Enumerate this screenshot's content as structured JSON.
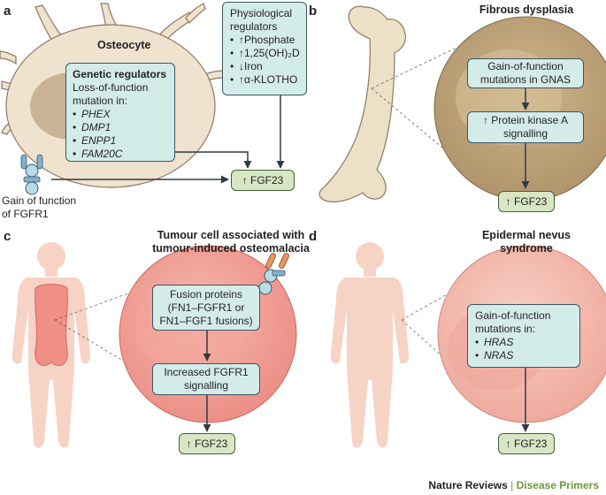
{
  "panels": {
    "a": {
      "letter": "a",
      "cell_label": "Osteocyte",
      "genetic": {
        "heading": "Genetic regulators",
        "subheading": "Loss-of-function mutation in:",
        "genes": [
          "PHEX",
          "DMP1",
          "ENPP1",
          "FAM20C"
        ]
      },
      "physiological": {
        "heading_line1": "Physiological",
        "heading_line2": "regulators",
        "items": [
          "↑Phosphate",
          "↑1,25(OH)₂D",
          "↓Iron",
          "↑α-KLOTHO"
        ]
      },
      "receptor_label_line1": "Gain of function",
      "receptor_label_line2": "of FGFR1",
      "output": "↑ FGF23"
    },
    "b": {
      "letter": "b",
      "title": "Fibrous dysplasia",
      "box1_line1": "Gain-of-function",
      "box1_line2": "mutations in GNAS",
      "box2_line1": "↑ Protein kinase A",
      "box2_line2": "signalling",
      "output": "↑ FGF23"
    },
    "c": {
      "letter": "c",
      "title_line1": "Tumour cell associated with",
      "title_line2": "tumour-induced osteomalacia",
      "box1_line1": "Fusion proteins",
      "box1_line2": "(FN1–FGFR1 or",
      "box1_line3": "FN1–FGF1 fusions)",
      "box2_line1": "Increased FGFR1",
      "box2_line2": "signalling",
      "output": "↑ FGF23"
    },
    "d": {
      "letter": "d",
      "title_line1": "Epidermal nevus",
      "title_line2": "syndrome",
      "box_heading_line1": "Gain-of-function",
      "box_heading_line2": "mutations in:",
      "genes": [
        "HRAS",
        "NRAS"
      ],
      "output": "↑ FGF23"
    }
  },
  "footer": {
    "journal": "Nature Reviews",
    "separator": "|",
    "series": "Disease Primers"
  },
  "colors": {
    "box_fill": "#d4ece8",
    "output_fill": "#d7e6c3",
    "cell_fill": "#efe2cf",
    "bone_fill": "#ece0c6",
    "dysplasia_fill": "#c4aa82",
    "tumour_fill": "#f0a89e",
    "body_fill": "#f7d3c6",
    "accent_green": "#6a9a3a"
  }
}
